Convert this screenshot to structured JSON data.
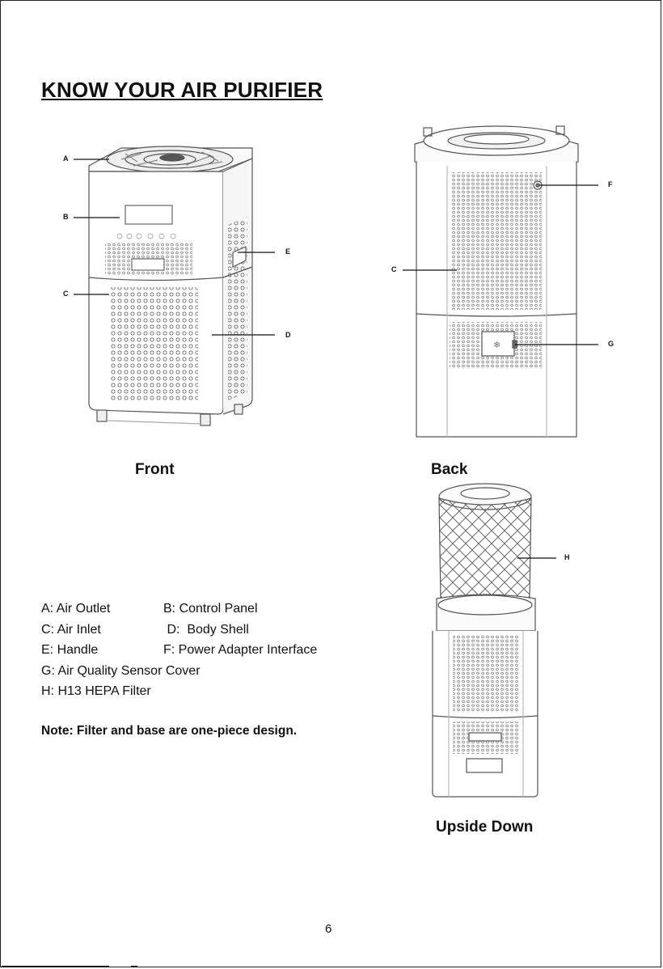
{
  "title": "KNOW YOUR AIR PURIFIER",
  "captions": {
    "front": "Front",
    "back": "Back",
    "upside_down": "Upside Down"
  },
  "diagram_labels": [
    "A",
    "B",
    "C",
    "D",
    "E",
    "F",
    "G",
    "H"
  ],
  "legend": [
    {
      "left": "A:  Air Outlet",
      "right": "B:  Control Panel"
    },
    {
      "left": "C:  Air Inlet",
      "right": " D:  Body Shell"
    },
    {
      "left": "E:  Handle",
      "right": "F:  Power Adapter Interface"
    },
    {
      "left": "G:  Air Quality Sensor Cover",
      "right": ""
    },
    {
      "left": "H:  H13 HEPA Filter",
      "right": ""
    }
  ],
  "note": "Note: Filter and base are one-piece design.",
  "page_number": "6"
}
